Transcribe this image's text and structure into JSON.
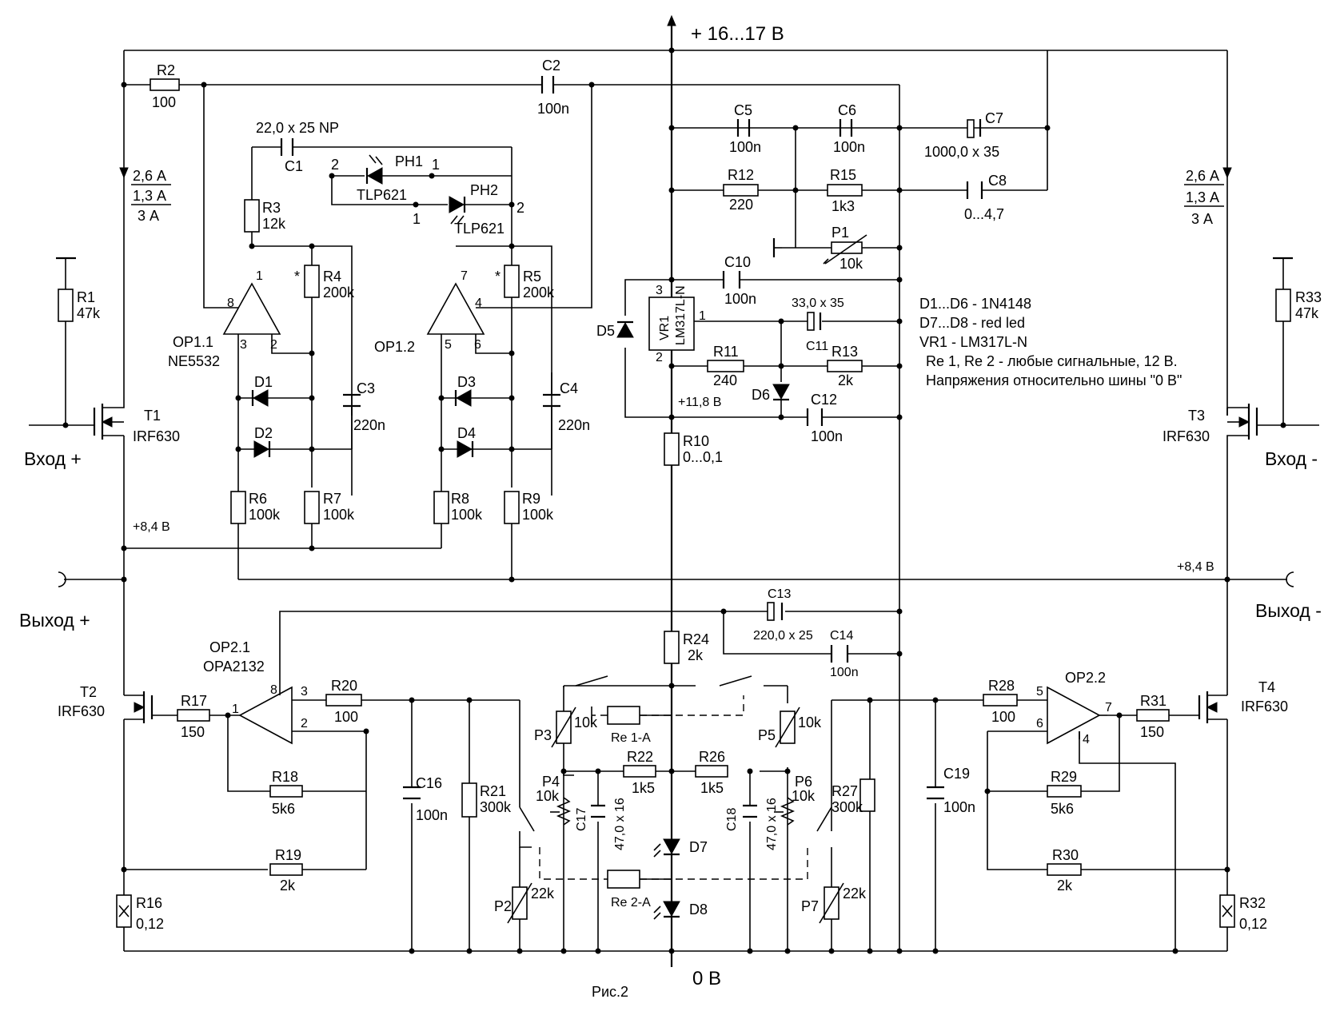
{
  "rails": {
    "supply": "+ 16...17 В",
    "ground": "0 В",
    "v84_left": "+8,4 В",
    "v84_right": "+8,4 В",
    "v118": "+11,8 В"
  },
  "figure": "Рис.2",
  "io": {
    "in_plus": "Вход +",
    "in_minus": "Вход -",
    "out_plus": "Выход +",
    "out_minus": "Выход -"
  },
  "currents_left": [
    "2,6 А",
    "1,3 А",
    "3 А"
  ],
  "currents_right": [
    "2,6 А",
    "1,3 А",
    "3 А"
  ],
  "legend": [
    "D1...D6 - 1N4148",
    "D7...D8 - red led",
    "VR1 - LM317L-N",
    "Re 1, Re 2 - любые сигнальные, 12 В.",
    "Напряжения относительно шины \"0 В\""
  ],
  "resistors": {
    "R1": {
      "name": "R1",
      "value": "47k"
    },
    "R2": {
      "name": "R2",
      "value": "100"
    },
    "R3": {
      "name": "R3",
      "value": "12k"
    },
    "R4": {
      "name": "R4",
      "value": "200k"
    },
    "R5": {
      "name": "R5",
      "value": "200k"
    },
    "R6": {
      "name": "R6",
      "value": "100k"
    },
    "R7": {
      "name": "R7",
      "value": "100k"
    },
    "R8": {
      "name": "R8",
      "value": "100k"
    },
    "R9": {
      "name": "R9",
      "value": "100k"
    },
    "R10": {
      "name": "R10",
      "value": "0...0,1"
    },
    "R11": {
      "name": "R11",
      "value": "240"
    },
    "R12": {
      "name": "R12",
      "value": "220"
    },
    "R13": {
      "name": "R13",
      "value": "2k"
    },
    "R15": {
      "name": "R15",
      "value": "1k3"
    },
    "R16": {
      "name": "R16",
      "value": "0,12"
    },
    "R17": {
      "name": "R17",
      "value": "150"
    },
    "R18": {
      "name": "R18",
      "value": "5k6"
    },
    "R19": {
      "name": "R19",
      "value": "2k"
    },
    "R20": {
      "name": "R20",
      "value": "100"
    },
    "R21": {
      "name": "R21",
      "value": "300k"
    },
    "R22": {
      "name": "R22",
      "value": "1k5"
    },
    "R24": {
      "name": "R24",
      "value": "2k"
    },
    "R26": {
      "name": "R26",
      "value": "1k5"
    },
    "R27": {
      "name": "R27",
      "value": "300k"
    },
    "R28": {
      "name": "R28",
      "value": "100"
    },
    "R29": {
      "name": "R29",
      "value": "5k6"
    },
    "R30": {
      "name": "R30",
      "value": "2k"
    },
    "R31": {
      "name": "R31",
      "value": "150"
    },
    "R32": {
      "name": "R32",
      "value": "0,12"
    },
    "R33": {
      "name": "R33",
      "value": "47k"
    }
  },
  "pots": {
    "P1": {
      "name": "P1",
      "value": "10k"
    },
    "P2": {
      "name": "P2",
      "value": "22k"
    },
    "P3": {
      "name": "P3",
      "value": "10k"
    },
    "P4": {
      "name": "P4",
      "value": "10k"
    },
    "P5": {
      "name": "P5",
      "value": "10k"
    },
    "P6": {
      "name": "P6",
      "value": "10k"
    },
    "P7": {
      "name": "P7",
      "value": "22k"
    }
  },
  "capacitors": {
    "C1": {
      "name": "C1",
      "value": "22,0 x 25 NP"
    },
    "C2": {
      "name": "C2",
      "value": "100n"
    },
    "C3": {
      "name": "C3",
      "value": "220n"
    },
    "C4": {
      "name": "C4",
      "value": "220n"
    },
    "C5": {
      "name": "C5",
      "value": "100n"
    },
    "C6": {
      "name": "C6",
      "value": "100n"
    },
    "C7": {
      "name": "C7",
      "value": "1000,0 x 35"
    },
    "C8": {
      "name": "C8",
      "value": "0...4,7"
    },
    "C10": {
      "name": "C10",
      "value": "100n"
    },
    "C11": {
      "name": "C11",
      "value": "33,0 x 35"
    },
    "C12": {
      "name": "C12",
      "value": "100n"
    },
    "C13": {
      "name": "C13",
      "value": "220,0 x 25"
    },
    "C14": {
      "name": "C14",
      "value": "100n"
    },
    "C16": {
      "name": "C16",
      "value": "100n"
    },
    "C17": {
      "name": "C17",
      "value": "47,0 x 16"
    },
    "C18": {
      "name": "C18",
      "value": "47,0 x 16"
    },
    "C19": {
      "name": "C19",
      "value": "100n"
    }
  },
  "diodes": {
    "D1": "D1",
    "D2": "D2",
    "D3": "D3",
    "D4": "D4",
    "D5": "D5",
    "D6": "D6",
    "D7": "D7",
    "D8": "D8"
  },
  "transistors": {
    "T1": {
      "name": "T1",
      "type": "IRF630"
    },
    "T2": {
      "name": "T2",
      "type": "IRF630"
    },
    "T3": {
      "name": "T3",
      "type": "IRF630"
    },
    "T4": {
      "name": "T4",
      "type": "IRF630"
    }
  },
  "opamps": {
    "OP11": {
      "name": "OP1.1",
      "type": "NE5532"
    },
    "OP12": {
      "name": "OP1.2"
    },
    "OP21": {
      "name": "OP2.1",
      "type": "OPA2132"
    },
    "OP22": {
      "name": "OP2.2"
    }
  },
  "optos": {
    "PH1": "PH1",
    "PH2": "PH2",
    "part1": "TLP621",
    "part2": "TLP621"
  },
  "relays": {
    "Re1": "Re 1-A",
    "Re2": "Re 2-A"
  },
  "regulator": {
    "name": "VR1",
    "part": "LM317L-N"
  },
  "pins": {
    "op11_out": "1",
    "op11_p8": "8",
    "op11_p3": "3",
    "op11_p2": "2",
    "op12_out": "7",
    "op12_p4": "4",
    "op12_p5": "5",
    "op12_p6": "6",
    "op21_p8": "8",
    "op21_p3": "3",
    "op21_p2": "2",
    "op21_out": "1",
    "op22_p5": "5",
    "op22_p6": "6",
    "op22_out": "7",
    "op22_p4": "4",
    "vr_p3": "3",
    "vr_p1": "1",
    "vr_p2": "2",
    "ph1_a": "2",
    "ph1_b": "1",
    "ph2_a": "1",
    "ph2_b": "2",
    "star": "*"
  }
}
